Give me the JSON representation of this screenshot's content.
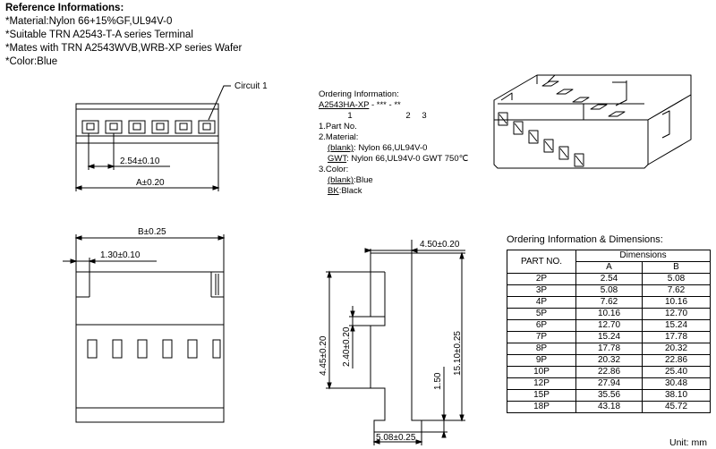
{
  "reference": {
    "title": "Reference Informations:",
    "lines": [
      "*Material:Nylon 66+15%GF,UL94V-0",
      "*Suitable TRN A2543-T-A series Terminal",
      "*Mates with TRN A2543WVB,WRB-XP series Wafer",
      "*Color:Blue"
    ]
  },
  "ordering_info": {
    "title": "Ordering Information:",
    "code": "A2543HA-XP",
    "code_suffix": " - *** - **",
    "nums": [
      "1",
      "2",
      "3"
    ],
    "part_no": "1.Part No.",
    "material": "2.Material:",
    "blank1_key": "(blank)",
    "blank1_val": ": Nylon 66,UL94V-0",
    "gwt_key": "GWT",
    "gwt_val": ": Nylon 66,UL94V-0 GWT 750℃",
    "color": "3.Color:",
    "blank2_key": "(blank)",
    "blank2_val": ":Blue",
    "bk_key": "BK",
    "bk_val": ":Black"
  },
  "drawing_labels": {
    "circuit": "Circuit 1",
    "pitch": "2.54±0.10",
    "a_dim": "A±0.20",
    "b_dim": "B±0.25",
    "offset": "1.30±0.10",
    "width": "4.50±0.20",
    "height_outer": "4.45±0.20",
    "height_inner": "2.40±0.20",
    "total_height": "15.10±0.25",
    "small_height": "1.50",
    "base_width": "5.08±0.25"
  },
  "table": {
    "title": "Ordering Information & Dimensions:",
    "col_part": "PART NO.",
    "col_dims": "Dimensions",
    "col_a": "A",
    "col_b": "B",
    "rows": [
      [
        "2P",
        "2.54",
        "5.08"
      ],
      [
        "3P",
        "5.08",
        "7.62"
      ],
      [
        "4P",
        "7.62",
        "10.16"
      ],
      [
        "5P",
        "10.16",
        "12.70"
      ],
      [
        "6P",
        "12.70",
        "15.24"
      ],
      [
        "7P",
        "15.24",
        "17.78"
      ],
      [
        "8P",
        "17.78",
        "20.32"
      ],
      [
        "9P",
        "20.32",
        "22.86"
      ],
      [
        "10P",
        "22.86",
        "25.40"
      ],
      [
        "12P",
        "27.94",
        "30.48"
      ],
      [
        "15P",
        "35.56",
        "38.10"
      ],
      [
        "18P",
        "43.18",
        "45.72"
      ]
    ],
    "unit": "Unit: mm"
  }
}
